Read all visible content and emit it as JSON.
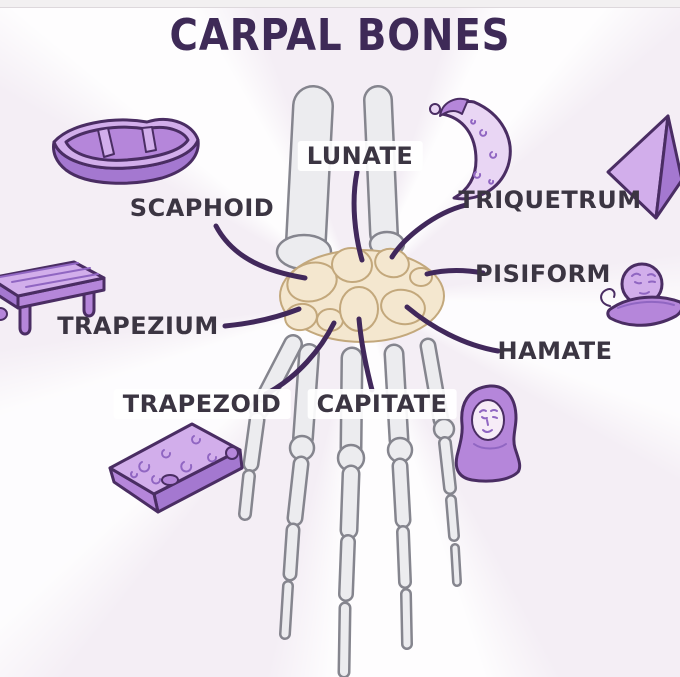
{
  "title": "CARPAL BONES",
  "labels": {
    "lunate": "LUNATE",
    "scaphoid": "SCAPHOID",
    "triquetrum": "TRIQUETRUM",
    "pisiform": "PISIFORM",
    "trapezium": "TRAPEZIUM",
    "hamate": "HAMATE",
    "trapezoid": "TRAPEZOID",
    "capitate": "CAPITATE"
  },
  "icons": {
    "scaphoid_mnemonic": "boat-icon",
    "lunate_mnemonic": "crescent-moon-icon",
    "triquetrum_mnemonic": "pyramid-icon",
    "pisiform_mnemonic": "pea-pod-icon",
    "trapezium_mnemonic": "table-icon",
    "trapezoid_mnemonic": "cheese-wedge-icon",
    "hamate_mnemonic": "headscarf-person-icon",
    "anatomy": "hand-wrist-skeleton"
  },
  "colors": {
    "background": "#f4eef5",
    "title_text": "#3e2a57",
    "label_text": "#3b3542",
    "pointer_line": "#41285b",
    "bone_fill": "#ececef",
    "bone_outline": "#85858e",
    "carpal_fill": "#f4e7cf",
    "carpal_outline": "#c3a87c",
    "illustration_light": "#d2aeeb",
    "illustration_mid": "#b586da",
    "illustration_dark": "#a478d0",
    "illustration_pale": "#e9d6f4",
    "illustration_detail": "#9066c2",
    "illustration_outline": "#4a2d63"
  }
}
